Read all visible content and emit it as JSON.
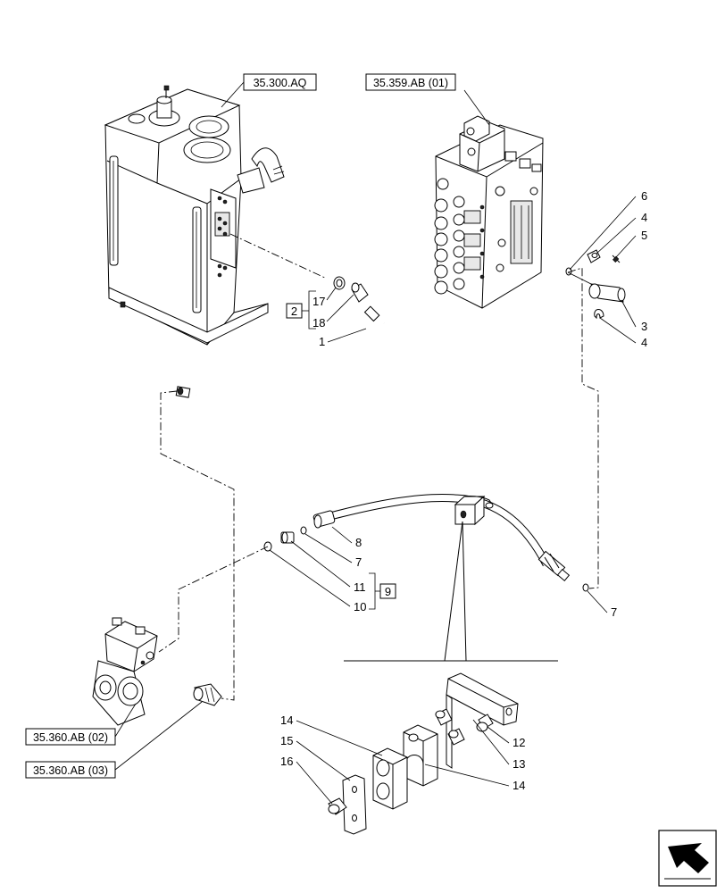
{
  "references": {
    "tank": "35.300.AQ",
    "valve": "35.359.AB (01)",
    "pump": "35.360.AB (02)",
    "sensor": "35.360.AB (03)"
  },
  "kits": {
    "kit_2": "2",
    "kit_9": "9"
  },
  "callouts": {
    "c17": "17",
    "c18": "18",
    "c1": "1",
    "c6": "6",
    "c4a": "4",
    "c5": "5",
    "c3": "3",
    "c4b": "4",
    "c8": "8",
    "c7a": "7",
    "c11": "11",
    "c10": "10",
    "c7b": "7",
    "c12": "12",
    "c13": "13",
    "c14a": "14",
    "c14b": "14",
    "c15": "15",
    "c16": "16"
  },
  "icons": {
    "navigation": "next-arrow-icon"
  }
}
